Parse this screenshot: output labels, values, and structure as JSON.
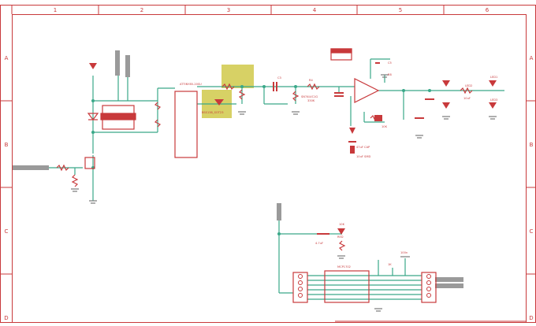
{
  "frame": {
    "columns": [
      "1",
      "2",
      "3",
      "4",
      "5",
      "6"
    ],
    "rows": [
      "A",
      "B",
      "C",
      "D"
    ],
    "border_color": "#c8393b",
    "wire_color": "#3aa889",
    "part_color": "#c8393b",
    "highlight_color": "#c9c231"
  },
  "labels": {
    "u_main": "ATTINY85-20SU",
    "u_driver": "BSS138_SOT23",
    "c_top": "C3",
    "r_top": "R4",
    "net_mid": "SN74LVC1G",
    "net_mid2": "330K",
    "opamp_c": "C5",
    "opamp_r": "R8",
    "pot": "10K",
    "out_led": "LED2",
    "out_cap": "10uF",
    "cap_bottom": "47uF CAP",
    "cap_bottom2": "10uF SMD",
    "led_right1": "LED1",
    "led_right2": "LED3",
    "bottom_part": "MCP1702",
    "bottom_cap": "4.7uF",
    "bottom_res": "10K",
    "bottom_led": "RED",
    "bottom_r2": "1K",
    "bottom_c2": "100n"
  }
}
